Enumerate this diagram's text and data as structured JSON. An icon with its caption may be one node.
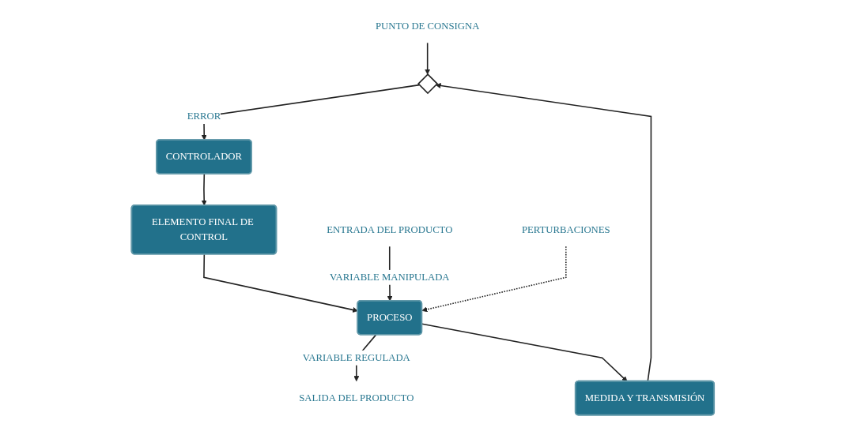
{
  "diagram": {
    "nodes": [
      {
        "text": [
          "PUNTO DE CONSIGNA"
        ]
      },
      {
        "text": [],
        "shape": "diamond"
      },
      {
        "text": [
          "CONTROLADOR"
        ]
      },
      {
        "text": [
          "ELEMENTO FINAL DE CONTROL"
        ]
      },
      {
        "text": [
          "PROCESO"
        ]
      },
      {
        "text": [
          "MEDIDA Y TRANSMISIÓN"
        ]
      },
      {
        "text": [
          "SALIDA DEL PRODUCTO"
        ]
      },
      {
        "text": [
          "ENTRADA DEL PRODUCTO"
        ]
      },
      {
        "text": [
          "PERTURBACIONES"
        ]
      }
    ],
    "edges": [
      {
        "from": 0,
        "to": 1,
        "arrow": "to"
      },
      {
        "from": 1,
        "to": 2,
        "arrow": "to",
        "label": "ERROR"
      },
      {
        "from": 2,
        "to": 3,
        "arrow": "to"
      },
      {
        "from": 3,
        "to": 4,
        "arrow": "to"
      },
      {
        "from": 7,
        "to": 4,
        "arrow": "to",
        "label": "VARIABLE MANIPULADA"
      },
      {
        "from": 4,
        "to": 6,
        "arrow": "to",
        "label": "VARIABLE REGULADA"
      },
      {
        "from": 4,
        "to": 5,
        "arrow": "to"
      },
      {
        "from": 5,
        "to": 1,
        "arrow": "to"
      },
      {
        "from": 8,
        "to": 4,
        "arrow": "to",
        "style": "dashed"
      }
    ]
  }
}
